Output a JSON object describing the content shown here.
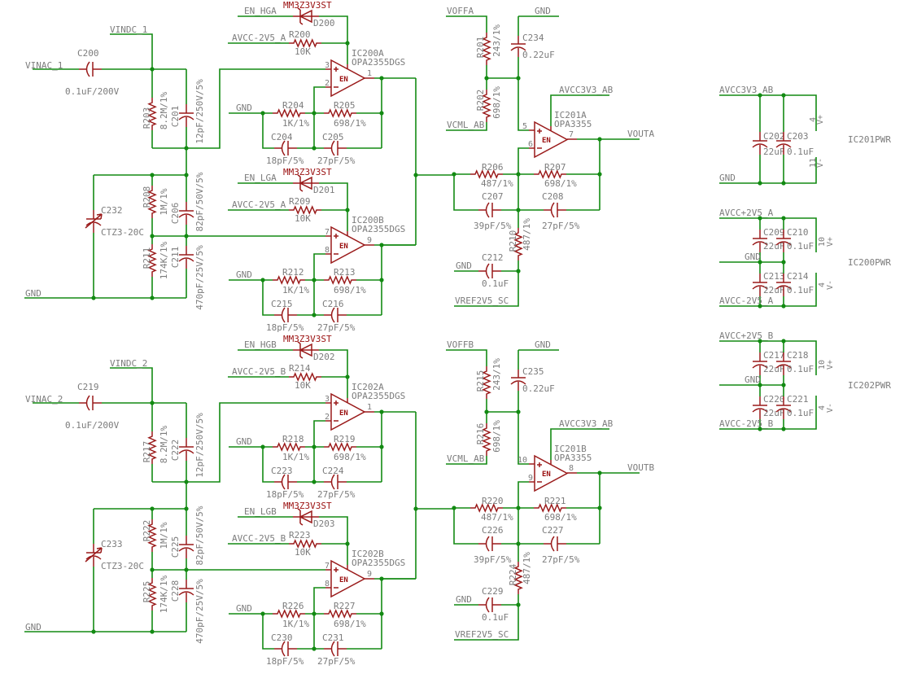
{
  "colors": {
    "wire": "#138a13",
    "component": "#9a1a1a",
    "label": "#7c7c7c",
    "part_label": "#9a1010",
    "background": "#ffffff"
  },
  "channels": [
    {
      "input": {
        "ac_net": "VINAC_1",
        "dc_net": "VINDC_1",
        "gnd_net": "GND"
      },
      "c_in": {
        "ref": "C200",
        "value": "0.1uF/200V"
      },
      "r_top": {
        "ref": "R203",
        "value": "8.2M/1%"
      },
      "c_top": {
        "ref": "C201",
        "value": "12pF/250V/5%"
      },
      "c_trim": {
        "ref": "C232",
        "value": "CTZ3-20C"
      },
      "r_mid": {
        "ref": "R208",
        "value": "1M/1%"
      },
      "c_mid": {
        "ref": "C206",
        "value": "82pF/50V/5%"
      },
      "r_bot": {
        "ref": "R211",
        "value": "174K/1%"
      },
      "c_bot": {
        "ref": "C211",
        "value": "470pF/25V/5%"
      },
      "stages": [
        {
          "en_net": "EN_HGA",
          "diode": {
            "ref": "D200",
            "part": "MM3Z3V3ST"
          },
          "bias_net": "AVCC-2V5_A",
          "r_bias": {
            "ref": "R200",
            "value": "10K"
          },
          "opamp": {
            "ref": "IC200A",
            "part": "OPA2355DGS",
            "pin_plus": "3",
            "pin_minus": "2",
            "pin_out": "1",
            "en_label": "EN"
          },
          "gnd_net": "GND",
          "rg": {
            "ref": "R204",
            "value": "1K/1%"
          },
          "rf": {
            "ref": "R205",
            "value": "698/1%"
          },
          "cg": {
            "ref": "C204",
            "value": "18pF/5%"
          },
          "cf": {
            "ref": "C205",
            "value": "27pF/5%"
          }
        },
        {
          "en_net": "EN_LGA",
          "diode": {
            "ref": "D201",
            "part": "MM3Z3V3ST"
          },
          "bias_net": "AVCC-2V5_A",
          "r_bias": {
            "ref": "R209",
            "value": "10K"
          },
          "opamp": {
            "ref": "IC200B",
            "part": "OPA2355DGS",
            "pin_plus": "7",
            "pin_minus": "8",
            "pin_out": "9",
            "en_label": "EN"
          },
          "gnd_net": "GND",
          "rg": {
            "ref": "R212",
            "value": "1K/1%"
          },
          "rf": {
            "ref": "R213",
            "value": "698/1%"
          },
          "cg": {
            "ref": "C215",
            "value": "18pF/5%"
          },
          "cf": {
            "ref": "C216",
            "value": "27pF/5%"
          }
        }
      ],
      "driver": {
        "offset_net": "VOFFA",
        "gnd_net": "GND",
        "cm_net": "VCML_AB",
        "r_off": {
          "ref": "R201",
          "value": "243/1%"
        },
        "r_cm": {
          "ref": "R202",
          "value": "698/1%"
        },
        "c_dec": {
          "ref": "C234",
          "value": "0.22uF"
        },
        "supply_net": "AVCC3V3_AB",
        "opamp": {
          "ref": "IC201A",
          "part": "OPA3355",
          "pin_plus": "5",
          "pin_minus": "6",
          "pin_out": "7",
          "en_label": "EN"
        },
        "out_net": "VOUTA",
        "r_in": {
          "ref": "R206",
          "value": "487/1%"
        },
        "r_fb": {
          "ref": "R207",
          "value": "698/1%"
        },
        "c_in": {
          "ref": "C207",
          "value": "39pF/5%"
        },
        "c_fb": {
          "ref": "C208",
          "value": "27pF/5%"
        },
        "r_ref": {
          "ref": "R210",
          "value": "487/1%"
        },
        "c_ref": {
          "ref": "C212",
          "value": "0.1uF"
        },
        "ref_gnd_net": "GND",
        "ref_net": "VREF2V5_SC"
      }
    },
    {
      "input": {
        "ac_net": "VINAC_2",
        "dc_net": "VINDC_2",
        "gnd_net": "GND"
      },
      "c_in": {
        "ref": "C219",
        "value": "0.1uF/200V"
      },
      "r_top": {
        "ref": "R217",
        "value": "8.2M/1%"
      },
      "c_top": {
        "ref": "C222",
        "value": "12pF/250V/5%"
      },
      "c_trim": {
        "ref": "C233",
        "value": "CTZ3-20C"
      },
      "r_mid": {
        "ref": "R222",
        "value": "1M/1%"
      },
      "c_mid": {
        "ref": "C225",
        "value": "82pF/50V/5%"
      },
      "r_bot": {
        "ref": "R225",
        "value": "174K/1%"
      },
      "c_bot": {
        "ref": "C228",
        "value": "470pF/25V/5%"
      },
      "stages": [
        {
          "en_net": "EN_HGB",
          "diode": {
            "ref": "D202",
            "part": "MM3Z3V3ST"
          },
          "bias_net": "AVCC-2V5_B",
          "r_bias": {
            "ref": "R214",
            "value": "10K"
          },
          "opamp": {
            "ref": "IC202A",
            "part": "OPA2355DGS",
            "pin_plus": "3",
            "pin_minus": "2",
            "pin_out": "1",
            "en_label": "EN"
          },
          "gnd_net": "GND",
          "rg": {
            "ref": "R218",
            "value": "1K/1%"
          },
          "rf": {
            "ref": "R219",
            "value": "698/1%"
          },
          "cg": {
            "ref": "C223",
            "value": "18pF/5%"
          },
          "cf": {
            "ref": "C224",
            "value": "27pF/5%"
          }
        },
        {
          "en_net": "EN_LGB",
          "diode": {
            "ref": "D203",
            "part": "MM3Z3V3ST"
          },
          "bias_net": "AVCC-2V5_B",
          "r_bias": {
            "ref": "R223",
            "value": "10K"
          },
          "opamp": {
            "ref": "IC202B",
            "part": "OPA2355DGS",
            "pin_plus": "7",
            "pin_minus": "8",
            "pin_out": "9",
            "en_label": "EN"
          },
          "gnd_net": "GND",
          "rg": {
            "ref": "R226",
            "value": "1K/1%"
          },
          "rf": {
            "ref": "R227",
            "value": "698/1%"
          },
          "cg": {
            "ref": "C230",
            "value": "18pF/5%"
          },
          "cf": {
            "ref": "C231",
            "value": "27pF/5%"
          }
        }
      ],
      "driver": {
        "offset_net": "VOFFB",
        "gnd_net": "GND",
        "cm_net": "VCML_AB",
        "r_off": {
          "ref": "R215",
          "value": "243/1%"
        },
        "r_cm": {
          "ref": "R216",
          "value": "698/1%"
        },
        "c_dec": {
          "ref": "C235",
          "value": "0.22uF"
        },
        "supply_net": "AVCC3V3_AB",
        "opamp": {
          "ref": "IC201B",
          "part": "OPA3355",
          "pin_plus": "10",
          "pin_minus": "9",
          "pin_out": "8",
          "en_label": "EN"
        },
        "out_net": "VOUTB",
        "r_in": {
          "ref": "R220",
          "value": "487/1%"
        },
        "r_fb": {
          "ref": "R221",
          "value": "698/1%"
        },
        "c_in": {
          "ref": "C226",
          "value": "39pF/5%"
        },
        "c_fb": {
          "ref": "C227",
          "value": "27pF/5%"
        },
        "r_ref": {
          "ref": "R224",
          "value": "487/1%"
        },
        "c_ref": {
          "ref": "C229",
          "value": "0.1uF"
        },
        "ref_gnd_net": "GND",
        "ref_net": "VREF2V5_SC"
      }
    }
  ],
  "power_blocks": [
    {
      "name": "IC201PWR",
      "pos_net": "AVCC3V3_AB",
      "gnd_net": "GND",
      "caps_pos": [
        {
          "ref": "C202",
          "value": "22uF"
        },
        {
          "ref": "C203",
          "value": "0.1uF"
        }
      ],
      "pos_pin": "4",
      "pos_label": "V+",
      "neg_pin": "11",
      "neg_label": "V-"
    },
    {
      "name": "IC200PWR",
      "pos_net": "AVCC+2V5_A",
      "gnd_net": "GND",
      "neg_net": "AVCC-2V5_A",
      "caps_pos": [
        {
          "ref": "C209",
          "value": "22uF"
        },
        {
          "ref": "C210",
          "value": "0.1uF"
        }
      ],
      "caps_neg": [
        {
          "ref": "C213",
          "value": "22uF"
        },
        {
          "ref": "C214",
          "value": "0.1uF"
        }
      ],
      "pos_pin": "10",
      "pos_label": "V+",
      "neg_pin": "4",
      "neg_label": "V-"
    },
    {
      "name": "IC202PWR",
      "pos_net": "AVCC+2V5_B",
      "gnd_net": "GND",
      "neg_net": "AVCC-2V5_B",
      "caps_pos": [
        {
          "ref": "C217",
          "value": "22uF"
        },
        {
          "ref": "C218",
          "value": "0.1uF"
        }
      ],
      "caps_neg": [
        {
          "ref": "C220",
          "value": "22uF"
        },
        {
          "ref": "C221",
          "value": "0.1uF"
        }
      ],
      "pos_pin": "10",
      "pos_label": "V+",
      "neg_pin": "4",
      "neg_label": "V-"
    }
  ]
}
